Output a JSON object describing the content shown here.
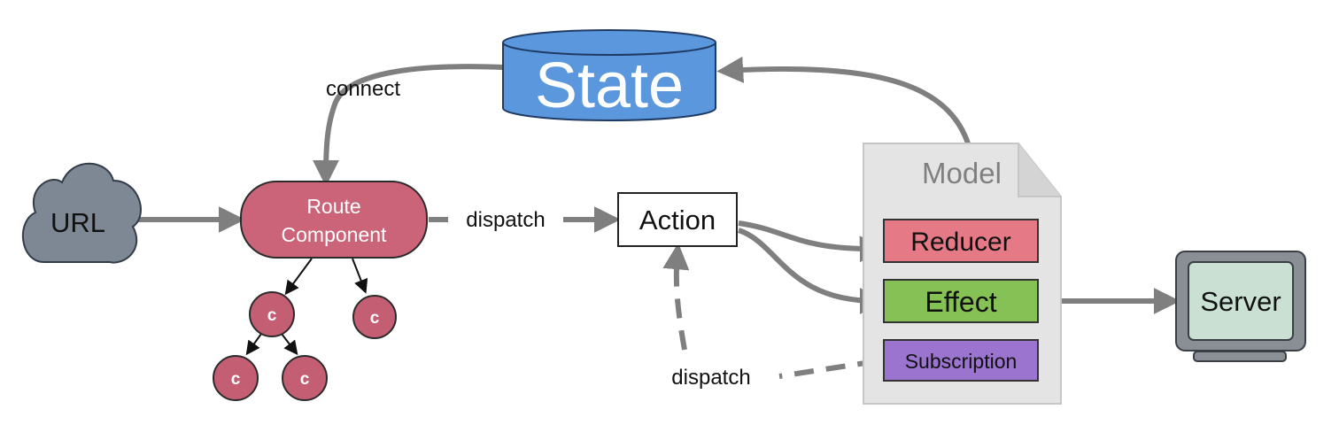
{
  "nodes": {
    "url": "URL",
    "route_component": [
      "Route",
      "Component"
    ],
    "state": "State",
    "action": "Action",
    "model": "Model",
    "reducer": "Reducer",
    "effect": "Effect",
    "subscription": "Subscription",
    "server": "Server",
    "child_component": "c"
  },
  "edges": {
    "connect": "connect",
    "dispatch_route_to_action": "dispatch",
    "dispatch_subscription_to_action": "dispatch"
  },
  "colors": {
    "cloud": "#7d8894",
    "route_component": "#cb6478",
    "child_component": "#c45e72",
    "state": "#5b97dd",
    "model_doc": "#e4e4e4",
    "reducer": "#e57a86",
    "effect": "#86c156",
    "subscription": "#9b74cf",
    "server_screen": "#c9e0d2",
    "server_frame": "#8a8f96",
    "arrow": "#7f7f7f"
  }
}
